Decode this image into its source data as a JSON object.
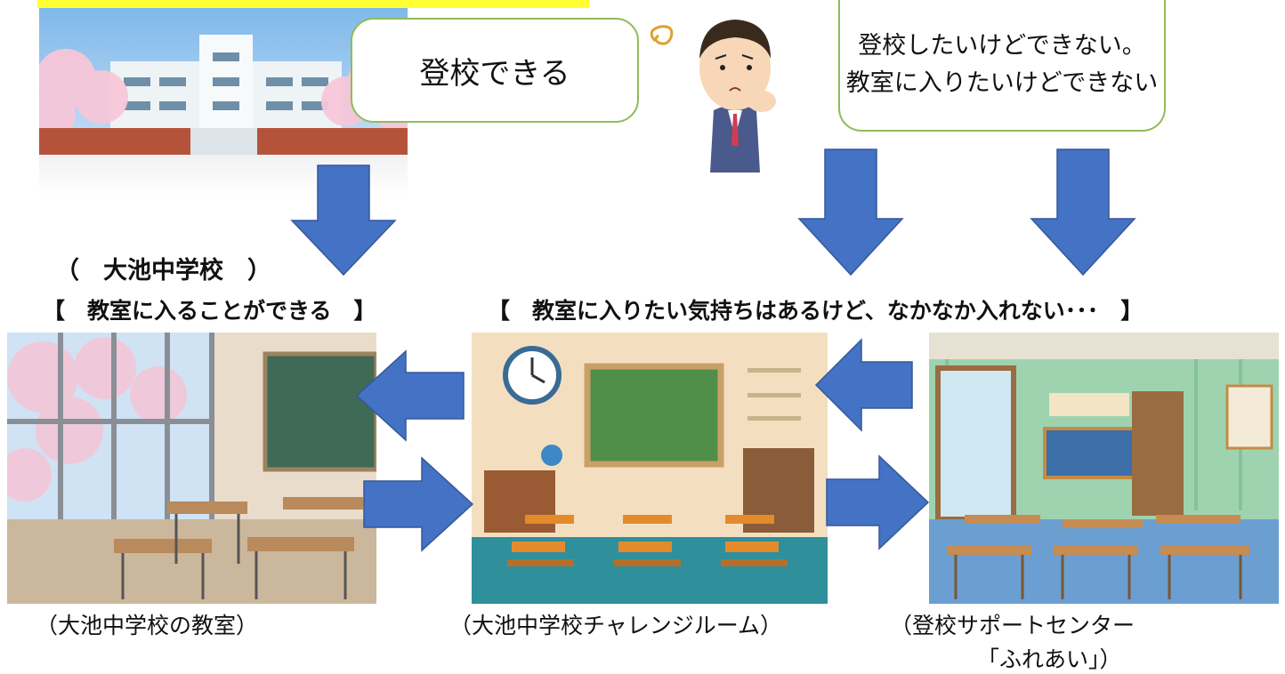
{
  "bubbles": {
    "can_attend": "登校できる",
    "want_attend_line1": "登校したいけどできない。",
    "want_attend_line2": "教室に入りたいけどできない"
  },
  "school_label": "（　大池中学校　）",
  "section_headers": {
    "left": "【　教室に入ることができる　】",
    "right": "【　教室に入りたい気持ちはあるけど、なかなか入れない･･･　】"
  },
  "captions": {
    "classroom": "（大池中学校の教室）",
    "challenge_room": "（大池中学校チャレンジルーム）",
    "support_center_line1": "（登校サポートセンター",
    "support_center_line2": "「ふれあい」）"
  },
  "colors": {
    "arrow": "#4472c4",
    "bubble_border": "#8fbc5a",
    "highlight": "#ffff33"
  }
}
